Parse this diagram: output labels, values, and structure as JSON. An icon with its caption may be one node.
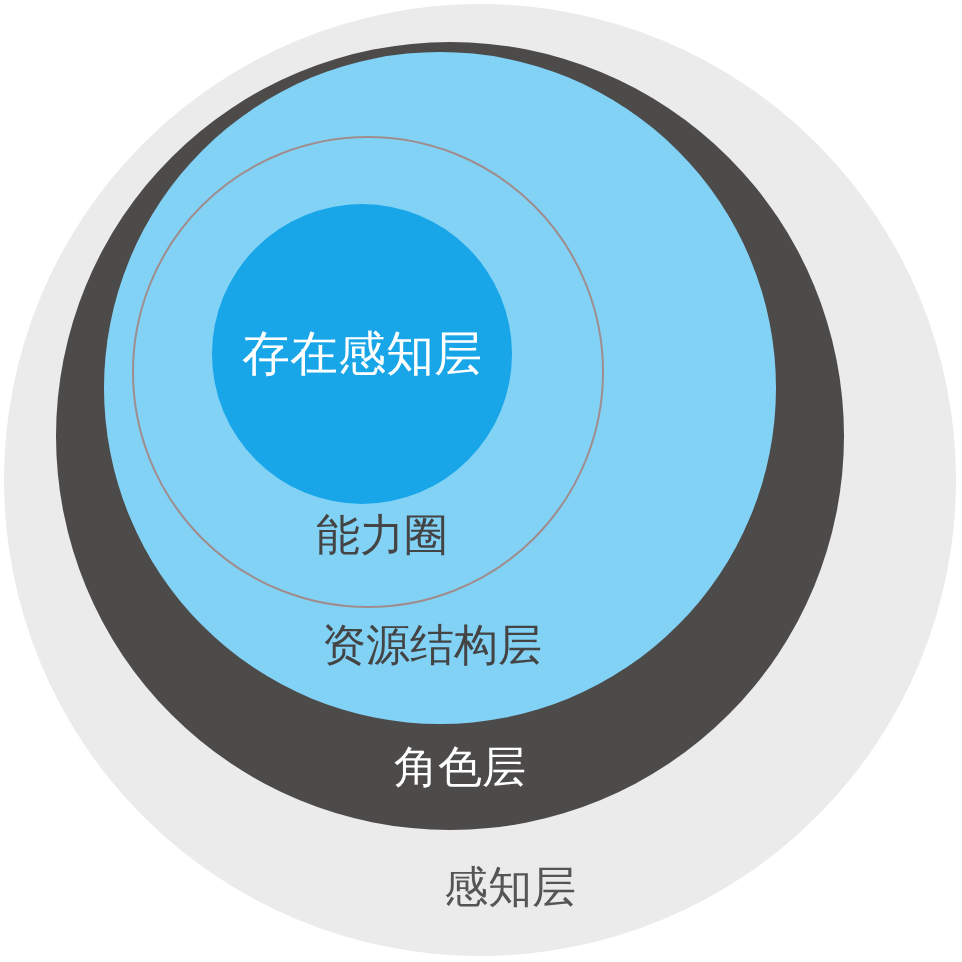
{
  "diagram": {
    "nodes": [
      {
        "text": [
          "感知层"
        ]
      },
      {
        "text": [
          "角色层"
        ],
        "in": 0
      },
      {
        "text": [
          "资源结构层"
        ],
        "in": 1
      },
      {
        "text": [
          "能力圈"
        ],
        "in": 2
      },
      {
        "text": [
          "存在感知层"
        ],
        "in": 3
      }
    ]
  }
}
